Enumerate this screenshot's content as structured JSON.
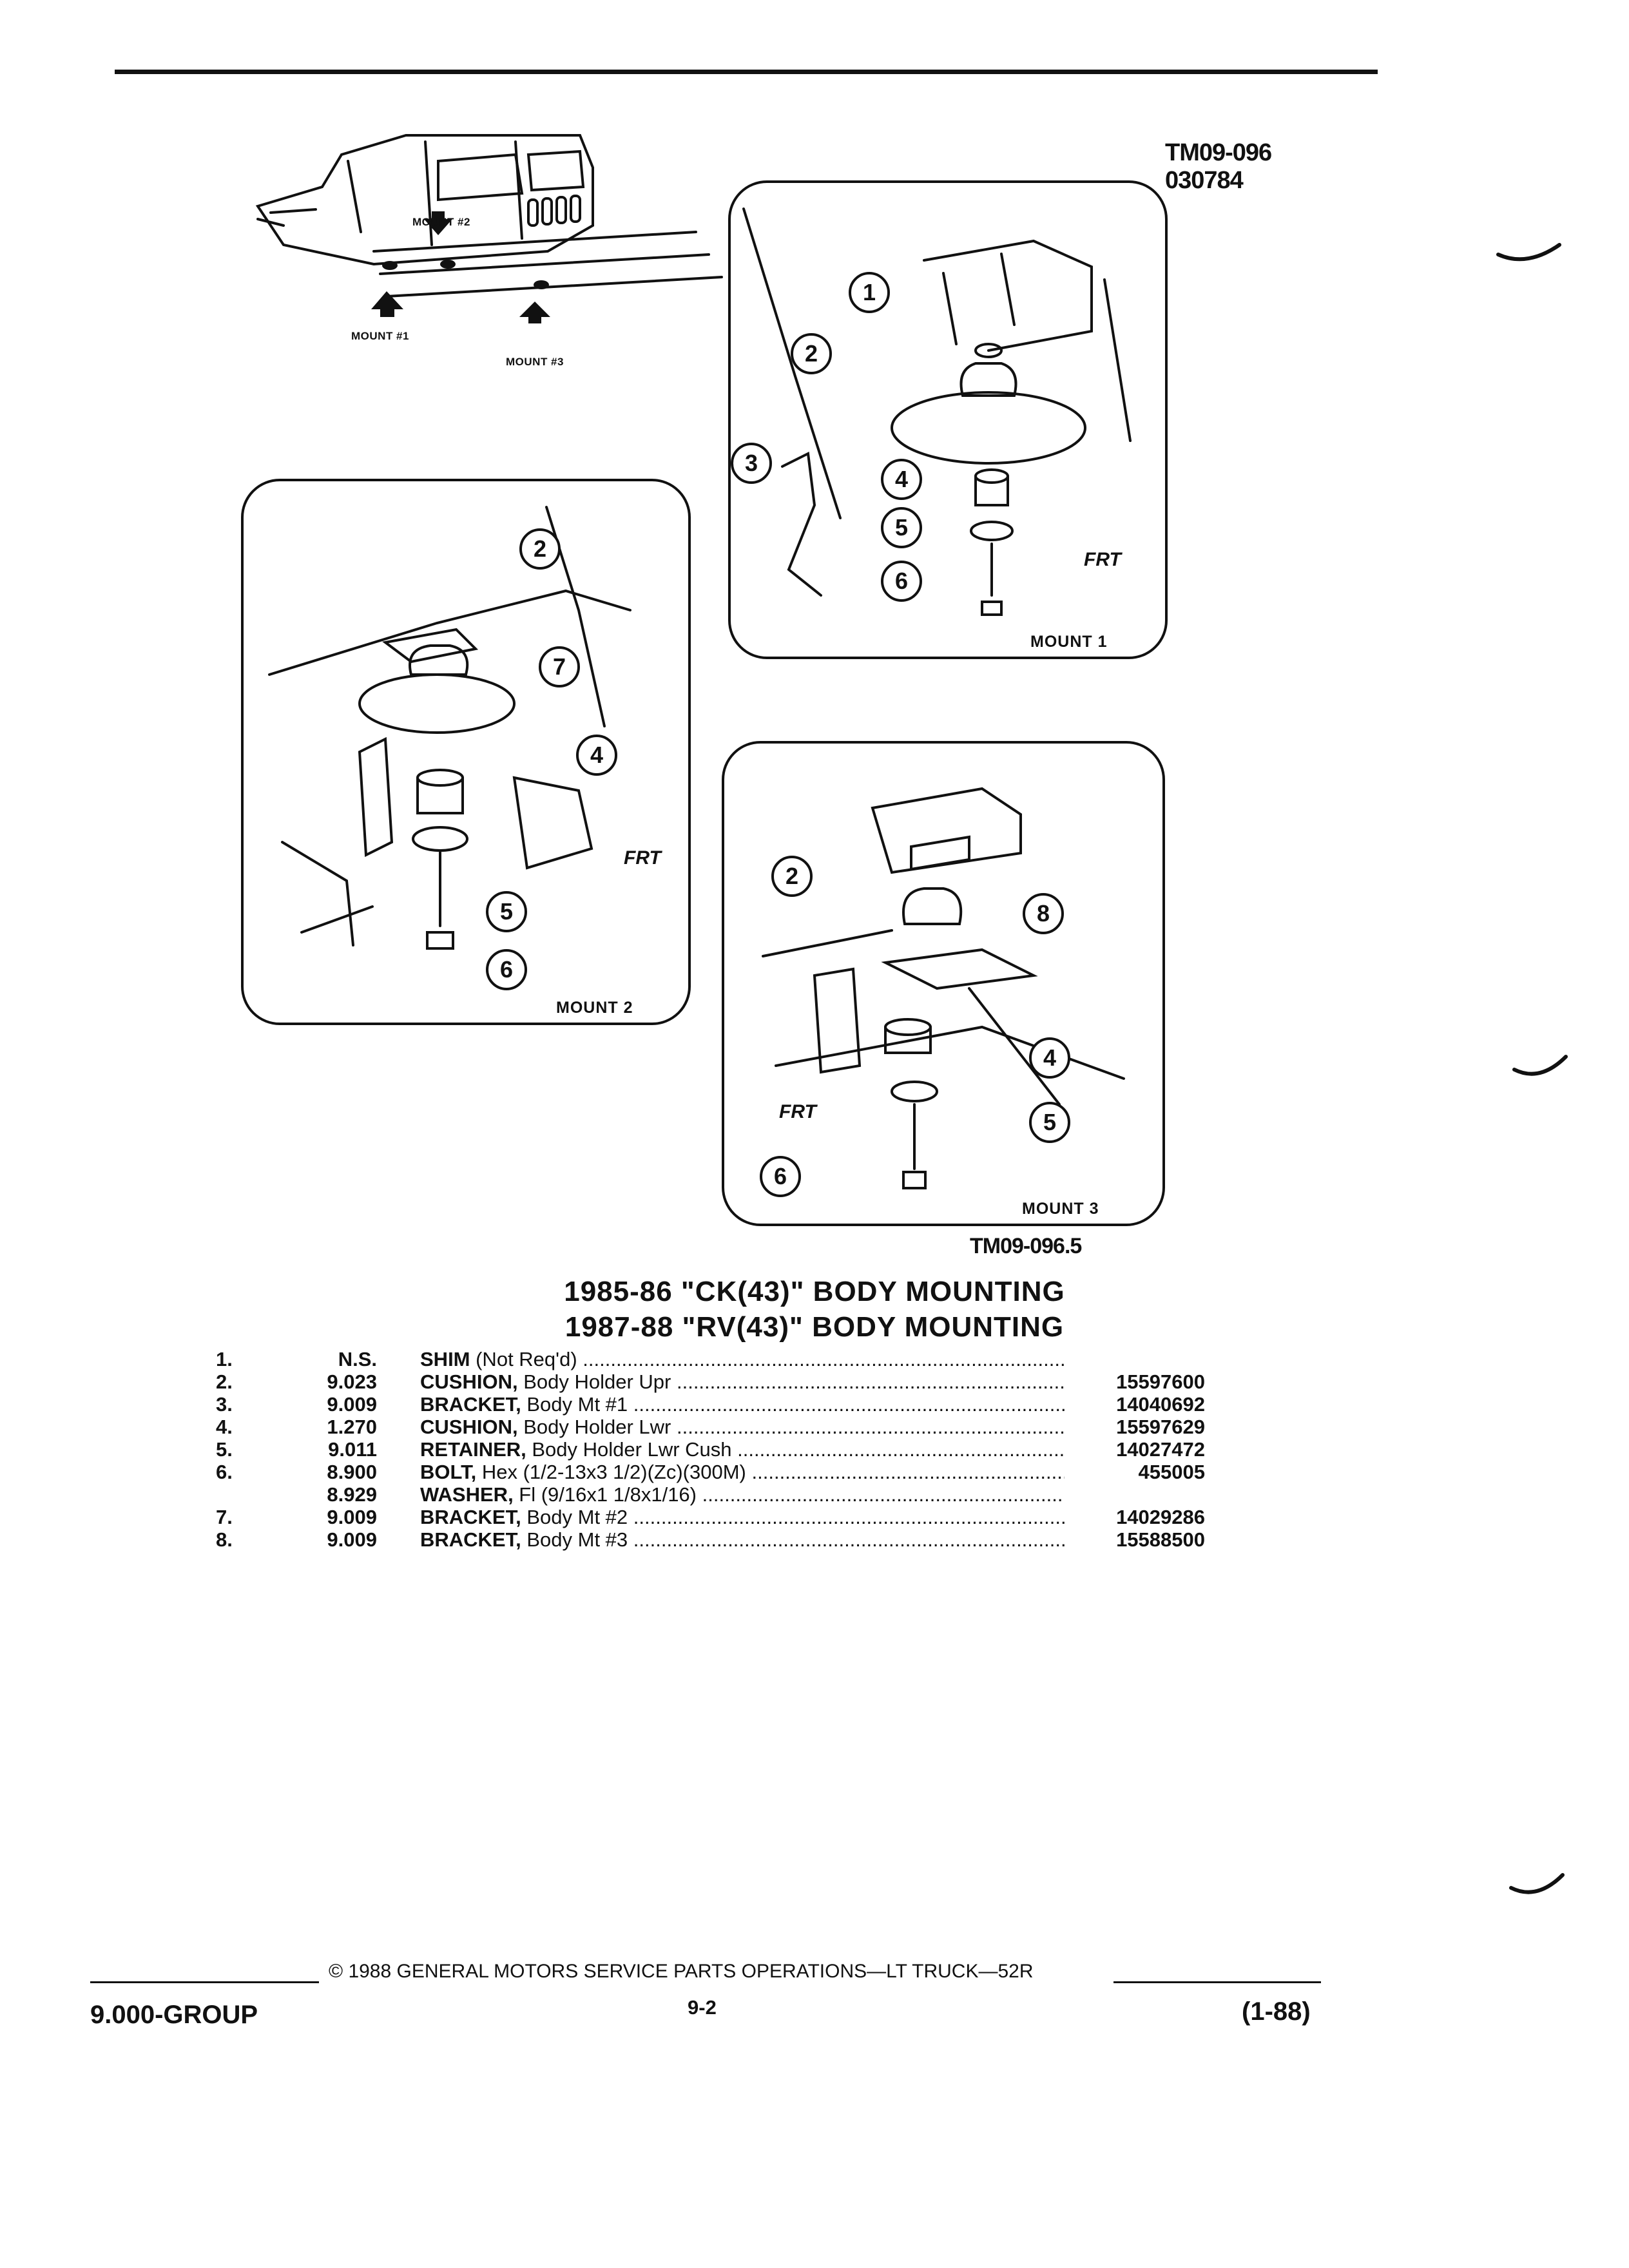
{
  "figure_code_top": "TM09-096",
  "figure_code_top_2": "030784",
  "figure_code_bottom": "TM09-096.5",
  "overview": {
    "mount1": "MOUNT #1",
    "mount2": "MOUNT #2",
    "mount3": "MOUNT #3"
  },
  "panels": {
    "mount1_label": "MOUNT 1",
    "mount2_label": "MOUNT 2",
    "mount3_label": "MOUNT 3",
    "frt": "FRT"
  },
  "callouts": {
    "m1": [
      "1",
      "2",
      "3",
      "4",
      "5",
      "6"
    ],
    "m2": [
      "2",
      "7",
      "4",
      "5",
      "6"
    ],
    "m3": [
      "2",
      "8",
      "4",
      "5",
      "6"
    ]
  },
  "title_1": "1985-86 \"CK(43)\" BODY MOUNTING",
  "title_2": "1987-88 \"RV(43)\" BODY MOUNTING",
  "parts": [
    {
      "num": "1.",
      "group": "N.S.",
      "name": "SHIM",
      "desc": " (Not Req'd)",
      "part": ""
    },
    {
      "num": "2.",
      "group": "9.023",
      "name": "CUSHION,",
      "desc": " Body Holder Upr",
      "part": "15597600"
    },
    {
      "num": "3.",
      "group": "9.009",
      "name": "BRACKET,",
      "desc": " Body Mt #1",
      "part": "14040692"
    },
    {
      "num": "4.",
      "group": "1.270",
      "name": "CUSHION,",
      "desc": " Body Holder Lwr",
      "part": "15597629"
    },
    {
      "num": "5.",
      "group": "9.011",
      "name": "RETAINER,",
      "desc": " Body Holder Lwr Cush",
      "part": "14027472"
    },
    {
      "num": "6.",
      "group": "8.900",
      "name": "BOLT,",
      "desc": " Hex (1/2-13x3 1/2)(Zc)(300M)",
      "part": "455005"
    },
    {
      "num": "",
      "group": "8.929",
      "name": "WASHER,",
      "desc": " Fl (9/16x1 1/8x1/16)",
      "part": ""
    },
    {
      "num": "7.",
      "group": "9.009",
      "name": "BRACKET,",
      "desc": " Body Mt #2",
      "part": "14029286"
    },
    {
      "num": "8.",
      "group": "9.009",
      "name": "BRACKET,",
      "desc": " Body Mt #3",
      "part": "15588500"
    }
  ],
  "leader_dots": "..............................................................................................................",
  "footer": {
    "copyright": "© 1988 GENERAL MOTORS SERVICE PARTS OPERATIONS—LT TRUCK—52R",
    "group": "9.000-GROUP",
    "page": "9-2",
    "date": "(1-88)"
  }
}
